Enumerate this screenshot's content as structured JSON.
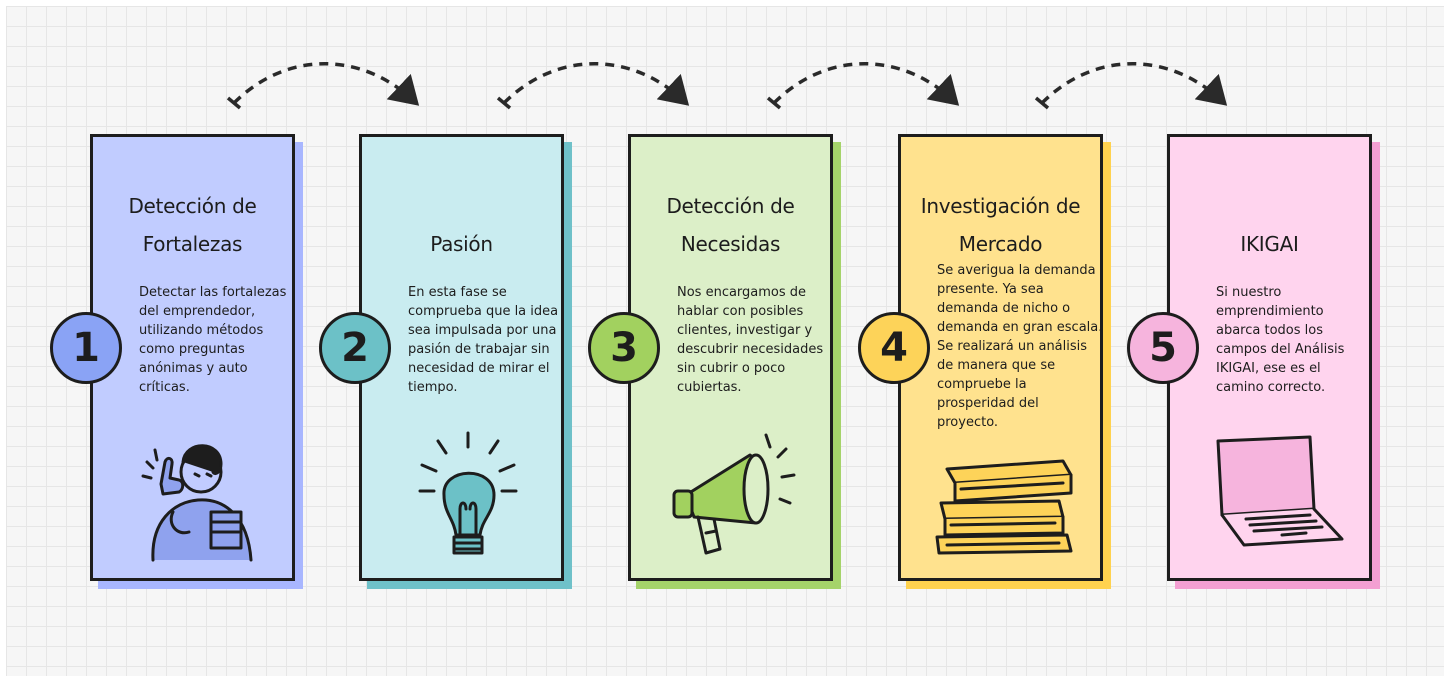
{
  "colors": {
    "card1": "#c1ccff",
    "shadow1": "#a8b6ff",
    "badge1": "#8aa3f5",
    "card2": "#c9ecf0",
    "shadow2": "#6fc1c9",
    "badge2": "#6cc1c7",
    "card3": "#dcefc8",
    "shadow3": "#a5d36a",
    "badge3": "#a2d15f",
    "card4": "#ffe28e",
    "shadow4": "#ffd24f",
    "badge4": "#fdd359",
    "card5": "#ffd4ee",
    "shadow5": "#f39fd2",
    "badge5": "#f6b4dd"
  },
  "steps": [
    {
      "number": "1",
      "title": "Detección de Fortalezas",
      "text": "Detectar las fortalezas del emprendedor, utilizando métodos como preguntas anónimas y auto críticas.",
      "icon": "person-thumbs-up-icon"
    },
    {
      "number": "2",
      "title": "Pasión",
      "text": "En esta fase se comprueba que la idea sea impulsada por una pasión de trabajar sin necesidad de mirar el tiempo.",
      "icon": "light-bulb-icon"
    },
    {
      "number": "3",
      "title": "Detección de Necesidas",
      "text": "Nos encargamos de hablar con posibles clientes, investigar y descubrir necesidades sin cubrir o poco cubiertas.",
      "icon": "megaphone-icon"
    },
    {
      "number": "4",
      "title": "Investigación de Mercado",
      "text": "Se averigua la demanda presente. Ya sea demanda de nicho o demanda en gran escala. Se realizará un análisis de manera que se compruebe la prosperidad del proyecto.",
      "icon": "books-stack-icon"
    },
    {
      "number": "5",
      "title": "IKIGAI",
      "text": "Si nuestro emprendimiento abarca todos los campos del Análisis IKIGAI, ese es el camino correcto.",
      "icon": "laptop-icon"
    }
  ]
}
